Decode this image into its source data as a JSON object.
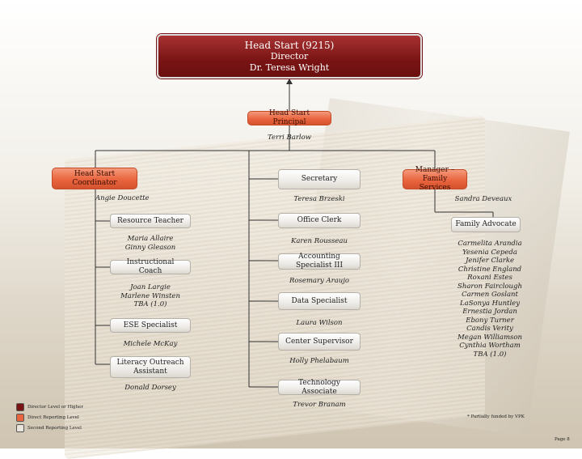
{
  "top": {
    "line1": "Head Start (9215)",
    "line2": "Director",
    "line3": "Dr. Teresa Wright"
  },
  "principal": {
    "title": "Head Start Principal",
    "name": "Terri Barlow"
  },
  "coordinator": {
    "title": "Head Start Coordinator",
    "name": "Angie Doucette"
  },
  "secretary": {
    "title": "Secretary",
    "name": "Teresa Brzeski"
  },
  "manager": {
    "title": "Manager – Family Services",
    "name": "Sandra Deveaux"
  },
  "left_column": [
    {
      "title": "Resource Teacher",
      "names": [
        "Maria Allaire",
        "Ginny Gleason"
      ]
    },
    {
      "title": "Instructional Coach",
      "names": [
        "Joan Largie",
        "Marlene Winsten",
        "TBA (1.0)"
      ]
    },
    {
      "title": "ESE Specialist",
      "names": [
        "Michele McKay"
      ]
    },
    {
      "title": "Literacy Outreach Assistant",
      "names": [
        "Donald Dorsey"
      ]
    }
  ],
  "center_column": [
    {
      "title": "Office Clerk",
      "name": "Karen Rousseau"
    },
    {
      "title": "Accounting Specialist III",
      "name": "Rosemary Araujo"
    },
    {
      "title": "Data Specialist",
      "name": "Laura Wilson"
    },
    {
      "title": "Center Supervisor",
      "name": "Holly Phelabaum"
    },
    {
      "title": "Technology Associate",
      "name": "Trevor Branam"
    }
  ],
  "family_advocate": {
    "title": "Family Advocate",
    "names": [
      "Carmelita Arandia",
      "Yesenia Cepeda",
      "Jenifer Clarke",
      "Christine England",
      "Roxani Estes",
      "Sharon Fairclough",
      "Carmen Goslant",
      "LaSonya Huntley",
      "Ernestia Jordan",
      "Ebony Turner",
      "Candis Verity",
      "Megan Williamson",
      "Cynthia Wortham",
      "TBA (1.0)"
    ]
  },
  "legend": {
    "director": "Director Level or Higher",
    "direct": "Direct Reporting Level",
    "second": "Second Reporting Level"
  },
  "legend_colors": {
    "director": "#7a1414",
    "direct": "#e9653f",
    "second": "#e8e4dc"
  },
  "footnote": "* Partially funded by VPK",
  "page": "Page 8"
}
